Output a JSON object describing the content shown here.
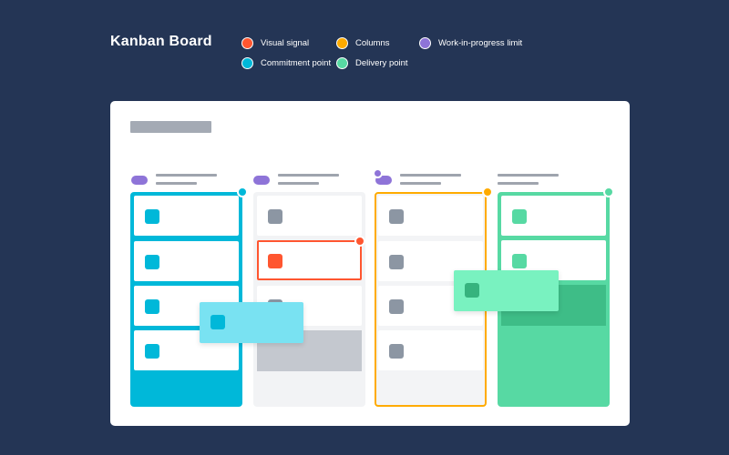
{
  "title": "Kanban Board",
  "legend": [
    {
      "label": "Visual signal",
      "color": "#ff5630"
    },
    {
      "label": "Columns",
      "color": "#ffab00"
    },
    {
      "label": "Work-in-progress limit",
      "color": "#8e74d8"
    },
    {
      "label": "Commitment point",
      "color": "#00b8d9"
    },
    {
      "label": "Delivery point",
      "color": "#57d9a3"
    }
  ],
  "colors": {
    "background": "#243555",
    "board": "#ffffff",
    "commitment": "#00b8d9",
    "signal": "#ff5630",
    "columns": "#ffab00",
    "wip": "#8e74d8",
    "delivery": "#57d9a3"
  }
}
